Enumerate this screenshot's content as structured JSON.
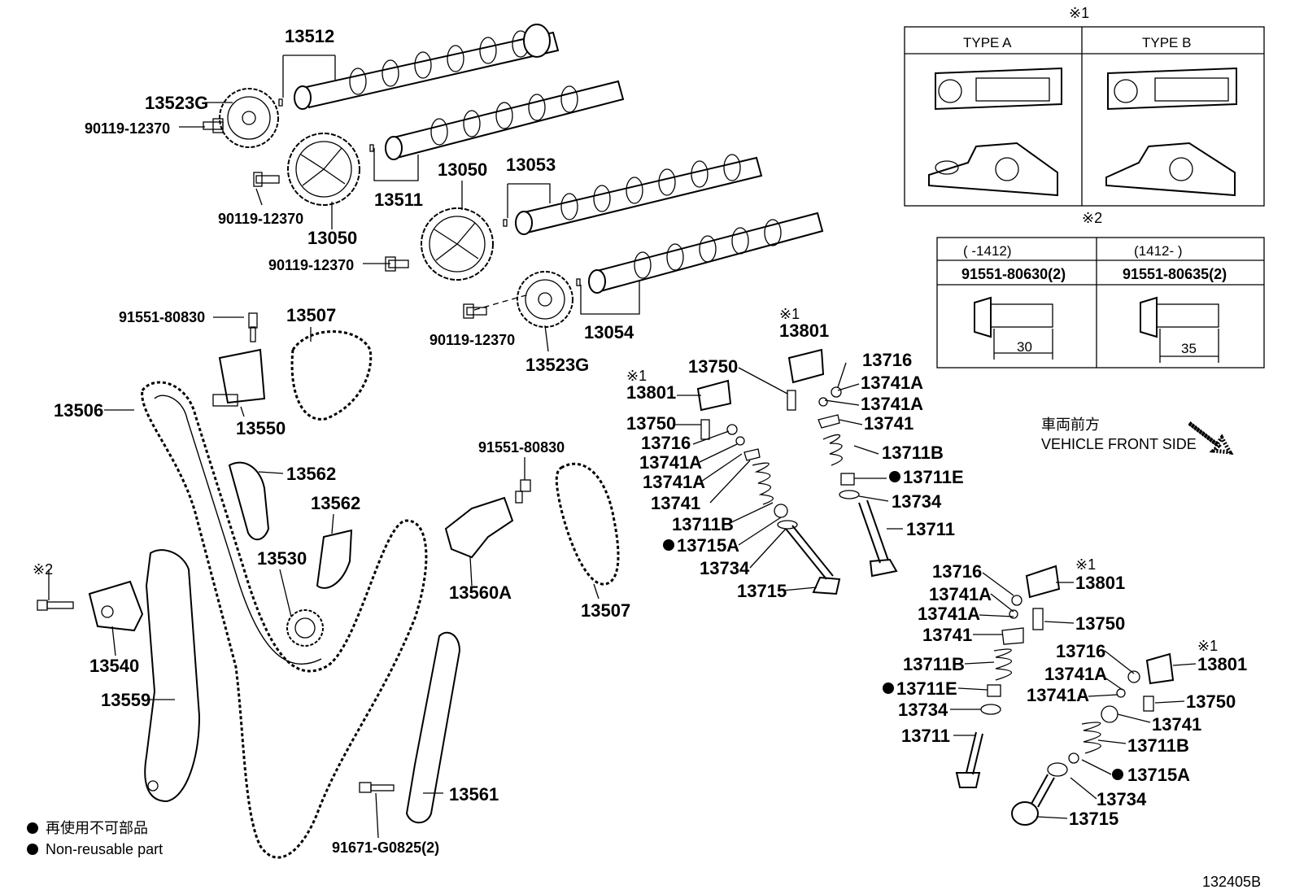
{
  "part_labels": [
    {
      "id": "p13512",
      "text": "13512"
    },
    {
      "id": "p13523G_top",
      "text": "13523G"
    },
    {
      "id": "p90119_a",
      "text": "90119-12370"
    },
    {
      "id": "p90119_b",
      "text": "90119-12370"
    },
    {
      "id": "p13050_a",
      "text": "13050"
    },
    {
      "id": "p13511",
      "text": "13511"
    },
    {
      "id": "p13050_b",
      "text": "13050"
    },
    {
      "id": "p13053",
      "text": "13053"
    },
    {
      "id": "p90119_c",
      "text": "90119-12370"
    },
    {
      "id": "p90119_d",
      "text": "90119-12370"
    },
    {
      "id": "p13054",
      "text": "13054"
    },
    {
      "id": "p13523G_bot",
      "text": "13523G"
    },
    {
      "id": "p91551_a",
      "text": "91551-80830"
    },
    {
      "id": "p13507_a",
      "text": "13507"
    },
    {
      "id": "p13506",
      "text": "13506"
    },
    {
      "id": "p13550",
      "text": "13550"
    },
    {
      "id": "p13562_a",
      "text": "13562"
    },
    {
      "id": "p13562_b",
      "text": "13562"
    },
    {
      "id": "p13530",
      "text": "13530"
    },
    {
      "id": "p91551_b",
      "text": "91551-80830"
    },
    {
      "id": "p13560A",
      "text": "13560A"
    },
    {
      "id": "p13507_b",
      "text": "13507"
    },
    {
      "id": "p13540",
      "text": "13540"
    },
    {
      "id": "p13559",
      "text": "13559"
    },
    {
      "id": "p13561",
      "text": "13561"
    },
    {
      "id": "p91671",
      "text": "91671-G0825(2)"
    },
    {
      "id": "v_13801_a",
      "text": "13801"
    },
    {
      "id": "v_13750_a",
      "text": "13750"
    },
    {
      "id": "v_13716_a",
      "text": "13716"
    },
    {
      "id": "v_13741A_a1",
      "text": "13741A"
    },
    {
      "id": "v_13741A_a2",
      "text": "13741A"
    },
    {
      "id": "v_13741_a",
      "text": "13741"
    },
    {
      "id": "v_13711B_a",
      "text": "13711B"
    },
    {
      "id": "v_13711E_a",
      "text": "13711E"
    },
    {
      "id": "v_13734_a",
      "text": "13734"
    },
    {
      "id": "v_13711_a",
      "text": "13711"
    },
    {
      "id": "v_13801_b",
      "text": "13801"
    },
    {
      "id": "v_13750_b",
      "text": "13750"
    },
    {
      "id": "v_13716_b",
      "text": "13716"
    },
    {
      "id": "v_13741A_b1",
      "text": "13741A"
    },
    {
      "id": "v_13741A_b2",
      "text": "13741A"
    },
    {
      "id": "v_13741_b",
      "text": "13741"
    },
    {
      "id": "v_13711B_b",
      "text": "13711B"
    },
    {
      "id": "v_13715A_b",
      "text": "13715A"
    },
    {
      "id": "v_13734_b",
      "text": "13734"
    },
    {
      "id": "v_13715_b",
      "text": "13715"
    },
    {
      "id": "v_13716_c",
      "text": "13716"
    },
    {
      "id": "v_13741A_c1",
      "text": "13741A"
    },
    {
      "id": "v_13741A_c2",
      "text": "13741A"
    },
    {
      "id": "v_13741_c",
      "text": "13741"
    },
    {
      "id": "v_13711B_c",
      "text": "13711B"
    },
    {
      "id": "v_13711E_c",
      "text": "13711E"
    },
    {
      "id": "v_13734_c",
      "text": "13734"
    },
    {
      "id": "v_13711_c",
      "text": "13711"
    },
    {
      "id": "v_13801_c",
      "text": "13801"
    },
    {
      "id": "v_13750_c",
      "text": "13750"
    },
    {
      "id": "v_13716_d",
      "text": "13716"
    },
    {
      "id": "v_13741A_d1",
      "text": "13741A"
    },
    {
      "id": "v_13741A_d2",
      "text": "13741A"
    },
    {
      "id": "v_13801_d",
      "text": "13801"
    },
    {
      "id": "v_13750_d",
      "text": "13750"
    },
    {
      "id": "v_13741_d",
      "text": "13741"
    },
    {
      "id": "v_13711B_d",
      "text": "13711B"
    },
    {
      "id": "v_13715A_d",
      "text": "13715A"
    },
    {
      "id": "v_13734_d",
      "text": "13734"
    },
    {
      "id": "v_13715_d",
      "text": "13715"
    }
  ],
  "notes": {
    "mark1": "※1",
    "mark2": "※2"
  },
  "type_box": {
    "mark": "※1",
    "type_a": "TYPE A",
    "type_b": "TYPE B"
  },
  "bolt_box": {
    "mark": "※2",
    "col1_header": "(      -1412)",
    "col2_header": "(1412-      )",
    "col1_part": "91551-80630(2)",
    "col2_part": "91551-80635(2)",
    "col1_dim": "30",
    "col2_dim": "35"
  },
  "direction": {
    "jp": "車両前方",
    "en": "VEHICLE FRONT SIDE"
  },
  "legend": {
    "jp": "再使用不可部品",
    "en": "Non-reusable part"
  },
  "figure_id": "132405B"
}
